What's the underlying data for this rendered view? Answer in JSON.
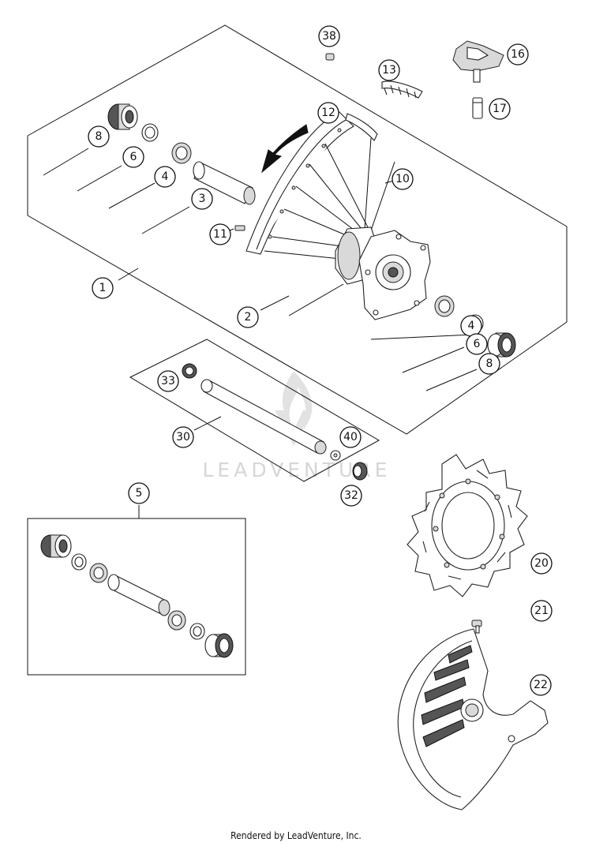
{
  "watermark": {
    "text": "LEADVENTURE"
  },
  "footer": {
    "text": "Rendered by LeadVenture, Inc."
  },
  "callouts": {
    "c1": "1",
    "c2": "2",
    "c3": "3",
    "c4a": "4",
    "c4b": "4",
    "c5": "5",
    "c6a": "6",
    "c6b": "6",
    "c8a": "8",
    "c8b": "8",
    "c10": "10",
    "c11": "11",
    "c12": "12",
    "c13": "13",
    "c16": "16",
    "c17": "17",
    "c20": "20",
    "c21": "21",
    "c22": "22",
    "c30": "30",
    "c32": "32",
    "c33": "33",
    "c38": "38",
    "c40": "40"
  }
}
